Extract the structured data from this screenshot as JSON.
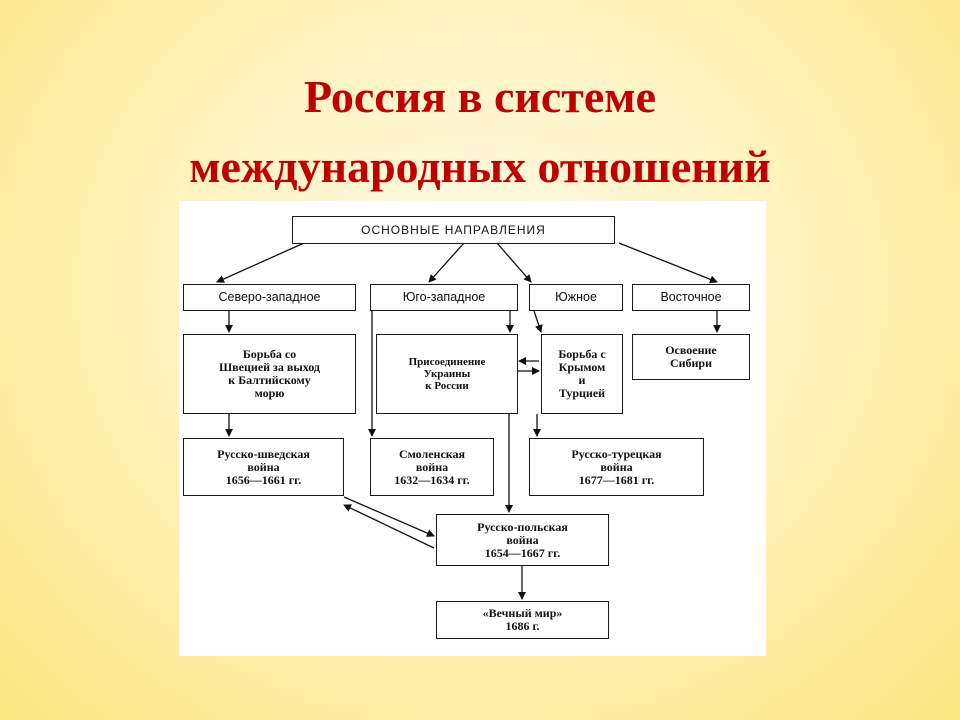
{
  "slide": {
    "title_line1": "Россия в системе",
    "title_line2": "международных отношений"
  },
  "diagram": {
    "main": "ОСНОВНЫЕ НАПРАВЛЕНИЯ",
    "directions": {
      "northwest": "Северо-западное",
      "southwest": "Юго-западное",
      "south": "Южное",
      "east": "Восточное"
    },
    "goals": {
      "baltic": "Борьба со\nШвецией за выход\nк Балтийскому\nморю",
      "ukraine": "Присоединение\nУкраины\nк России",
      "crimea": "Борьба с\nКрымом\nи\nТурцией",
      "siberia": "Освоение\nСибири"
    },
    "wars": {
      "swedish": "Русско-шведская\nвойна\n1656—1661 гг.",
      "smolensk": "Смоленская\nвойна\n1632—1634 гг.",
      "turkish": "Русско-турецкая\nвойна\n1677—1681 гг.",
      "polish": "Русско-польская\nвойна\n1654—1667 гг."
    },
    "peace": "«Вечный мир»\n1686 г."
  }
}
